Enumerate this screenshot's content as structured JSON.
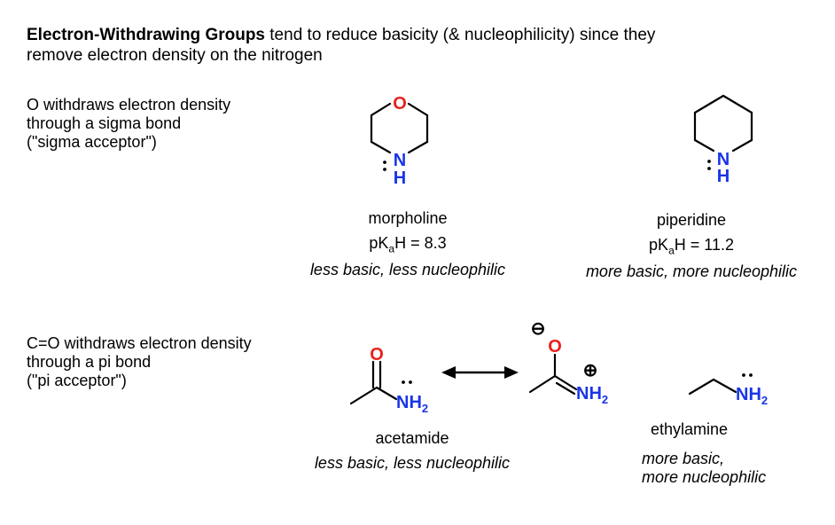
{
  "heading": {
    "bold": "Electron-Withdrawing Groups",
    "rest": " tend to reduce basicity (& nucleophilicity) since they",
    "line2": "remove electron density on the nitrogen"
  },
  "sigma_note": "O withdraws electron density\nthrough a sigma bond\n(\"sigma acceptor\")",
  "pi_note": "C=O withdraws electron density\nthrough a pi bond\n(\"pi acceptor\")",
  "morpholine": {
    "atom_O": "O",
    "atom_N": "N",
    "atom_H": "H",
    "name": "morpholine",
    "pka_prefix": "pK",
    "pka_sub": "a",
    "pka_rest": "H = 8.3",
    "desc": "less basic, less nucleophilic"
  },
  "piperidine": {
    "atom_N": "N",
    "atom_H": "H",
    "name": "piperidine",
    "pka_prefix": "pK",
    "pka_sub": "a",
    "pka_rest": "H = 11.2",
    "desc": "more basic, more nucleophilic"
  },
  "acetamide": {
    "atom_O": "O",
    "atom_NH": "NH",
    "sub": "2",
    "name": "acetamide",
    "desc": "less basic, less nucleophilic"
  },
  "resonance": {
    "atom_O": "O",
    "atom_NH": "NH",
    "sub": "2",
    "minus_charge": "⊖",
    "plus_charge": "⊕"
  },
  "ethylamine": {
    "atom_NH": "NH",
    "sub": "2",
    "name": "ethylamine",
    "desc_line1": "more basic,",
    "desc_line2": "more nucleophilic"
  },
  "colors": {
    "oxygen": "#e8221c",
    "nitrogen": "#1a35e8",
    "bond": "#000000"
  }
}
